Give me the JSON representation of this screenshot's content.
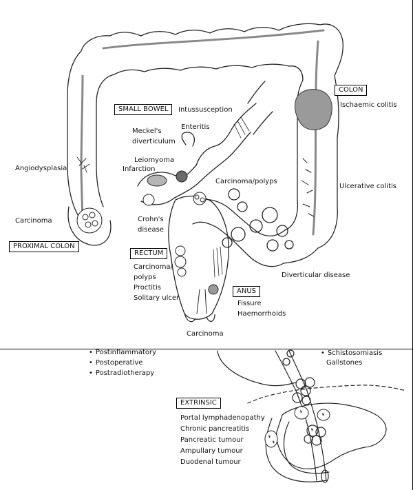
{
  "top": {
    "boxes": {
      "small_bowel": "SMALL BOWEL",
      "colon": "COLON",
      "proximal_colon": "PROXIMAL COLON",
      "rectum": "RECTUM",
      "anus": "ANUS"
    },
    "labels": {
      "intussusception": "Intussusception",
      "enteritis": "Enteritis",
      "meckels": [
        "Meckel's",
        "diverticulum"
      ],
      "leiomyoma": "Leiomyoma",
      "infarction": "Infarction",
      "angiodysplasia": "Angiodysplasia",
      "ischaemic_colitis": "Ischaemic colitis",
      "carcinoma_polyps": "Carcinoma/polyps",
      "ulcerative_colitis": "Ulcerative colitis",
      "carcinoma_left": "Carcinoma",
      "crohns": [
        "Crohn's",
        "disease"
      ],
      "rectum_items": [
        "Carcinoma/",
        "polyps",
        "Proctitis",
        "Solitary ulcer"
      ],
      "diverticular": "Diverticular disease",
      "anus_items": [
        "Fissure",
        "Haemorrhoids"
      ],
      "carcinoma_bottom": "Carcinoma"
    }
  },
  "bottom": {
    "left_list": [
      "Postinflammatory",
      "Postoperative",
      "Postradiotherapy"
    ],
    "right_list": [
      "Schistosomiasis"
    ],
    "gallstones": "Gallstones",
    "extrinsic_box": "EXTRINSIC",
    "extrinsic_items": [
      "Portal lymphadenopathy",
      "Chronic pancreatitis",
      "Pancreatic tumour",
      "Ampullary tumour",
      "Duodenal tumour"
    ]
  }
}
